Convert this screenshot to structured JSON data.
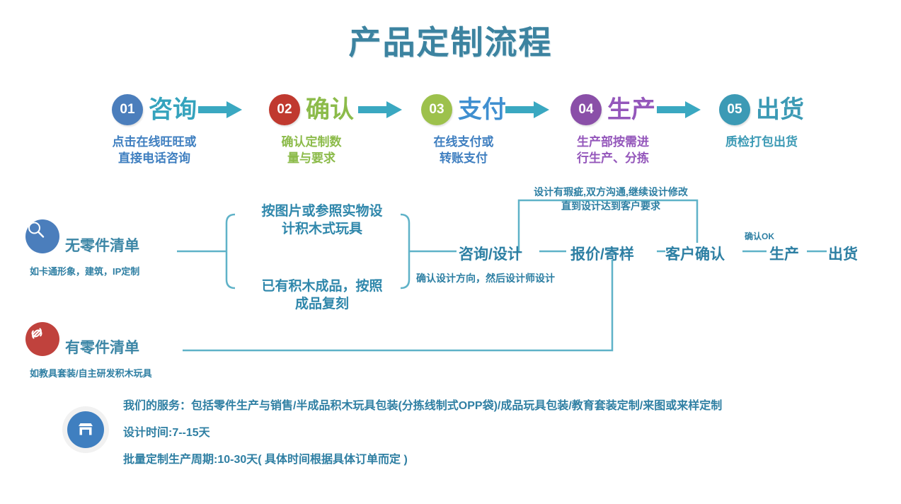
{
  "page": {
    "title": "产品定制流程",
    "title_color": "#3c83a0"
  },
  "steps": [
    {
      "num": "01",
      "name": "咨询",
      "desc": "点击在线旺旺或\n直接电话咨询",
      "badge_color": "#4b7ebc",
      "title_color": "#35a3bd",
      "desc_color": "#3f7fc0"
    },
    {
      "num": "02",
      "name": "确认",
      "desc": "确认定制数\n量与要求",
      "badge_color": "#c0392f",
      "title_color": "#8cbb4a",
      "desc_color": "#8cbb4a"
    },
    {
      "num": "03",
      "name": "支付",
      "desc": "在线支付或\n转账支付",
      "badge_color": "#9dc14c",
      "title_color": "#3f8fd0",
      "desc_color": "#3f7fc0"
    },
    {
      "num": "04",
      "name": "生产",
      "desc": "生产部按需进\n行生产、分拣",
      "badge_color": "#8a4fa8",
      "title_color": "#9457bb",
      "desc_color": "#9457bb"
    },
    {
      "num": "05",
      "name": "出货",
      "desc": "质检打包出货",
      "badge_color": "#3c9ab5",
      "title_color": "#3c9ab5",
      "desc_color": "#3c9ab5"
    }
  ],
  "arrows": {
    "color": "#3aa8c1",
    "count": 4
  },
  "flow": {
    "line_color": "#5fb2c8",
    "sources": [
      {
        "icon": "search-icon",
        "icon_bg": "#4b7ebc",
        "label": "无零件清单",
        "sub": "如卡通形象，建筑，IP定制"
      },
      {
        "icon": "link-icon",
        "icon_bg": "#c0423d",
        "label": "有零件清单",
        "sub": "如教具套装/自主研发积木玩具"
      }
    ],
    "branches": [
      "按图片或参照实物设\n计积木式玩具",
      "已有积木成品，按照\n成品复刻"
    ],
    "nodes": [
      "咨询/设计",
      "报价/寄样",
      "客户确认",
      "生产",
      "出货"
    ],
    "notes": {
      "loop": "设计有瑕疵,双方沟通,继续设计修改\n直到设计达到客户要求",
      "design": "确认设计方向，然后设计师设计",
      "confirm_ok": "确认OK"
    }
  },
  "services": {
    "icon": "shop-icon",
    "icon_bg": "#3f7fc0",
    "lines": [
      "我们的服务：包括零件生产与销售/半成品积木玩具包装(分拣线制式OPP袋)/成品玩具包装/教育套装定制/来图或来样定制",
      "设计时间:7--15天",
      "批量定制生产周期:10-30天( 具体时间根据具体订单而定 )"
    ]
  }
}
